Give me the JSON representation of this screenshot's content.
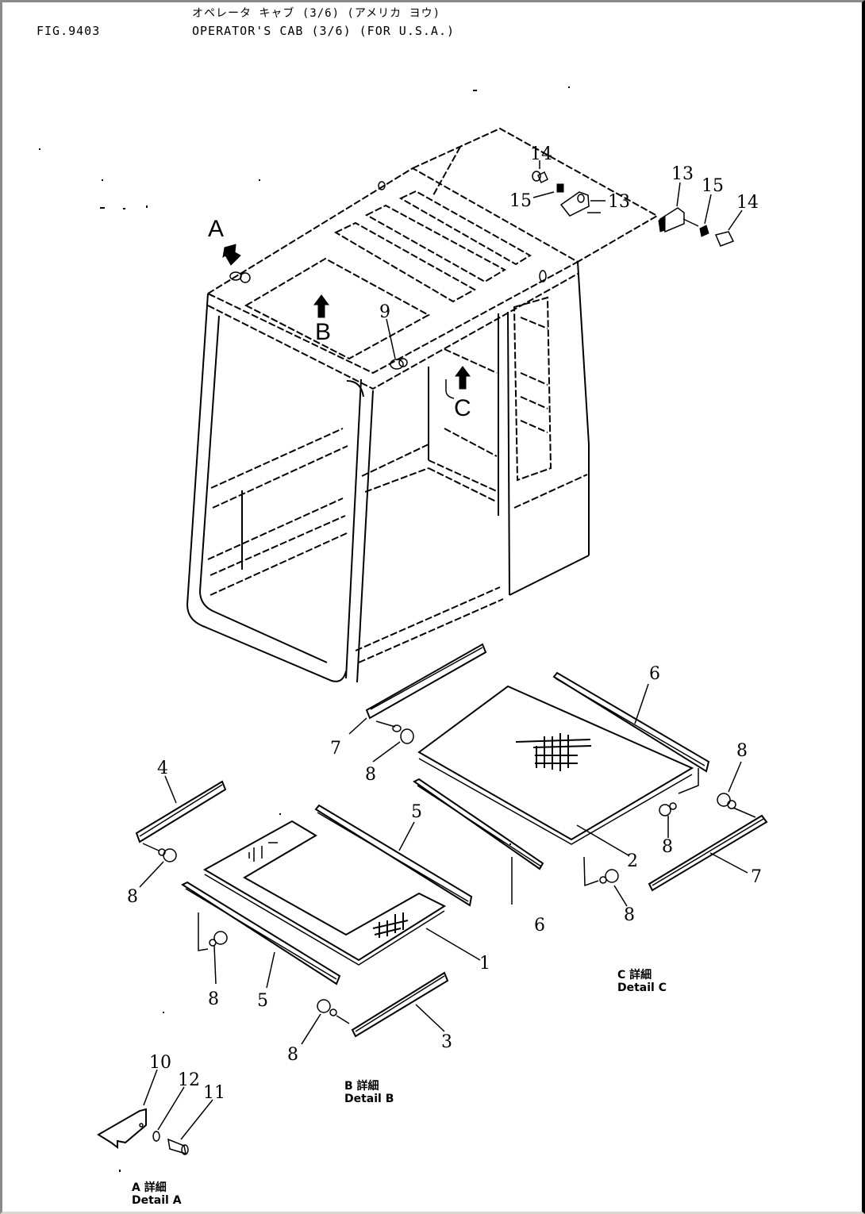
{
  "header": {
    "figure_number": "FIG.9403",
    "title_japanese": "オペレータ キャブ (3/6) (アメリカ ヨウ)",
    "title_english": "OPERATOR'S CAB (3/6) (FOR U.S.A.)"
  },
  "view_markers": {
    "a": "A",
    "b": "B",
    "c": "C"
  },
  "callouts": {
    "p1": "1",
    "p2": "2",
    "p3": "3",
    "p4": "4",
    "p5a": "5",
    "p5b": "5",
    "p6a": "6",
    "p6b": "6",
    "p7a": "7",
    "p7b": "7",
    "p8a": "8",
    "p8b": "8",
    "p8c": "8",
    "p8d": "8",
    "p8e": "8",
    "p8f": "8",
    "p8g": "8",
    "p9": "9",
    "p10": "10",
    "p11": "11",
    "p12": "12",
    "p13a": "13",
    "p13b": "13",
    "p14a": "14",
    "p14b": "14",
    "p15a": "15",
    "p15b": "15"
  },
  "detail_captions": {
    "a": {
      "japanese": "A 詳細",
      "english": "Detail A"
    },
    "b": {
      "japanese": "B 詳細",
      "english": "Detail B"
    },
    "c": {
      "japanese": "C 詳細",
      "english": "Detail C"
    }
  }
}
